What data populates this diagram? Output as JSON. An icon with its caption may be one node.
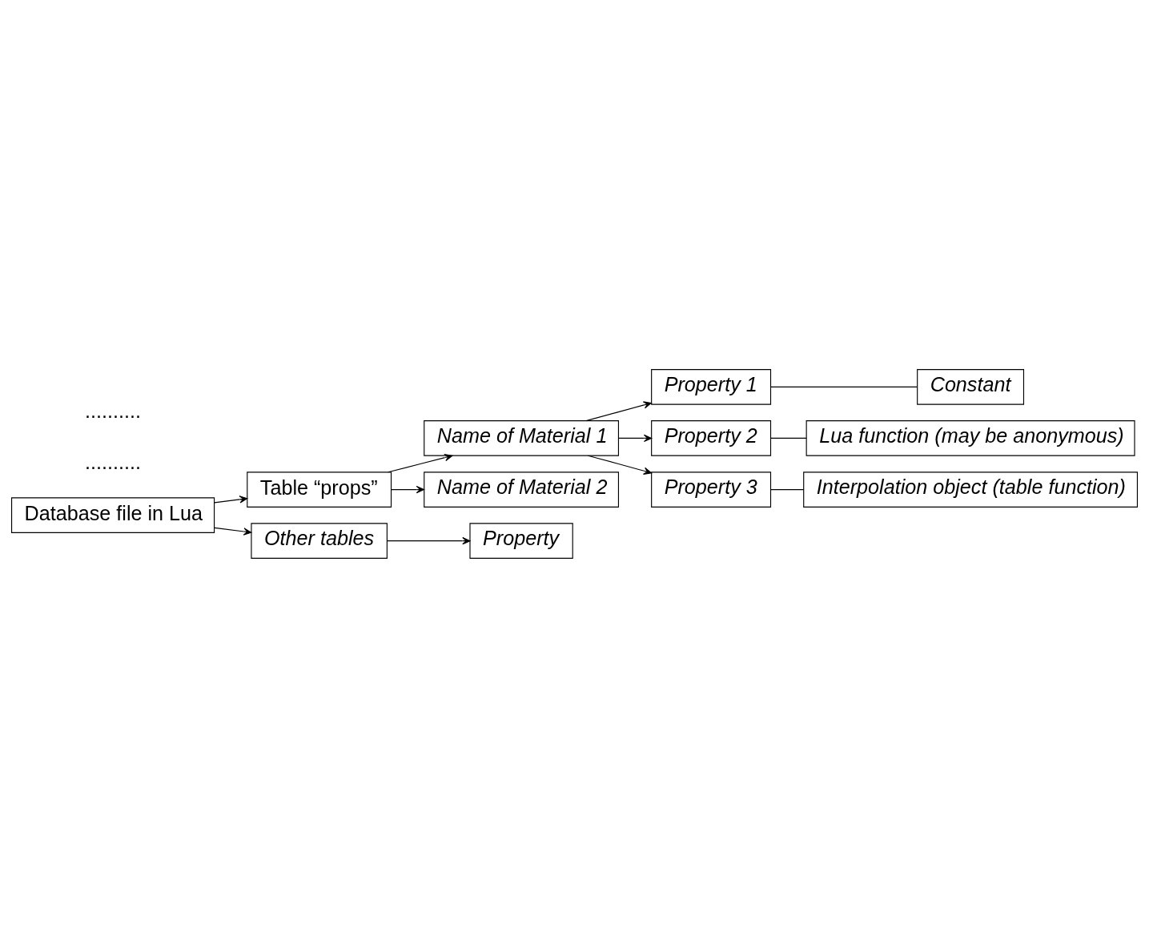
{
  "diagram": {
    "nodes": [
      {
        "text": [
          "Database file in Lua"
        ]
      },
      {
        "text": [
          "Table “props”"
        ]
      },
      {
        "text": [
          "Name of Material 1"
        ]
      },
      {
        "text": [
          "Property 1"
        ]
      },
      {
        "text": [
          "Constant"
        ]
      },
      {
        "text": [
          "Property 2"
        ]
      },
      {
        "text": [
          "Lua function (may be anonymous)"
        ]
      },
      {
        "text": [
          "Property 3"
        ]
      },
      {
        "text": [
          "Interpolation object (table function)"
        ]
      },
      {
        "text": [
          "Name of Material 2"
        ]
      },
      {
        "text": [
          "Other tables"
        ]
      },
      {
        "text": [
          "Property"
        ]
      }
    ],
    "edges": [
      {
        "from": 0,
        "to": 1,
        "arrow": "to"
      },
      {
        "from": 1,
        "to": 2,
        "arrow": "to"
      },
      {
        "from": 2,
        "to": 3,
        "arrow": "to"
      },
      {
        "from": 3,
        "to": 4,
        "arrow": "none"
      },
      {
        "from": 2,
        "to": 5,
        "arrow": "to"
      },
      {
        "from": 5,
        "to": 6,
        "arrow": "none"
      },
      {
        "from": 2,
        "to": 7,
        "arrow": "to"
      },
      {
        "from": 7,
        "to": 8,
        "arrow": "none"
      },
      {
        "from": 1,
        "to": 9,
        "arrow": "to"
      },
      {
        "from": 0,
        "to": 10,
        "arrow": "to"
      },
      {
        "from": 10,
        "to": 11,
        "arrow": "to"
      }
    ],
    "labels": [
      "..........",
      ".........."
    ]
  }
}
